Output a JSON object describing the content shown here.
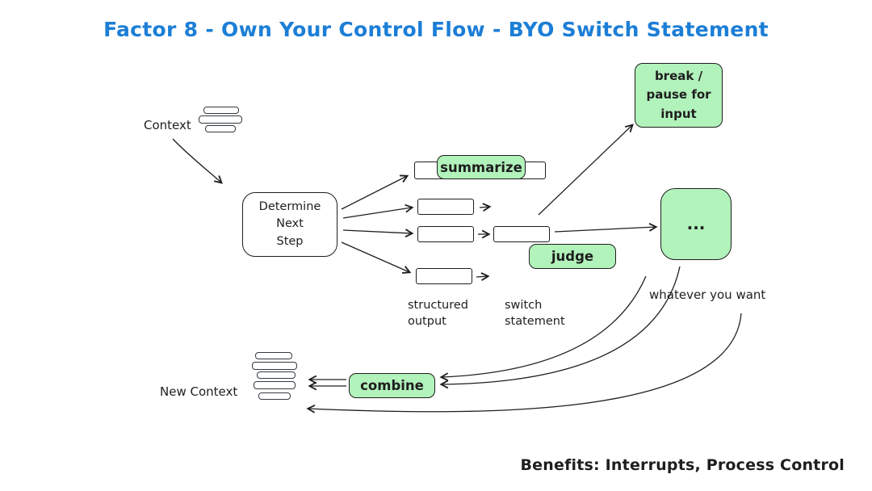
{
  "title": "Factor 8 - Own Your Control Flow - BYO Switch Statement",
  "colors": {
    "title_blue": "#1c7ed6",
    "green_fill": "#b2f2bb",
    "stroke": "#1e1e1e",
    "background": "#ffffff"
  },
  "nodes": {
    "context": "Context",
    "determine_next_step": "Determine\nNext\nStep",
    "summarize": "summarize",
    "judge": "judge",
    "break_pause": "break /\npause for\ninput",
    "ellipsis": "...",
    "combine": "combine",
    "new_context": "New Context"
  },
  "annotations": {
    "structured_output": "structured\noutput",
    "switch_statement": "switch\nstatement",
    "whatever_you_want": "whatever you want",
    "benefits": "Benefits: Interrupts, Process Control"
  }
}
